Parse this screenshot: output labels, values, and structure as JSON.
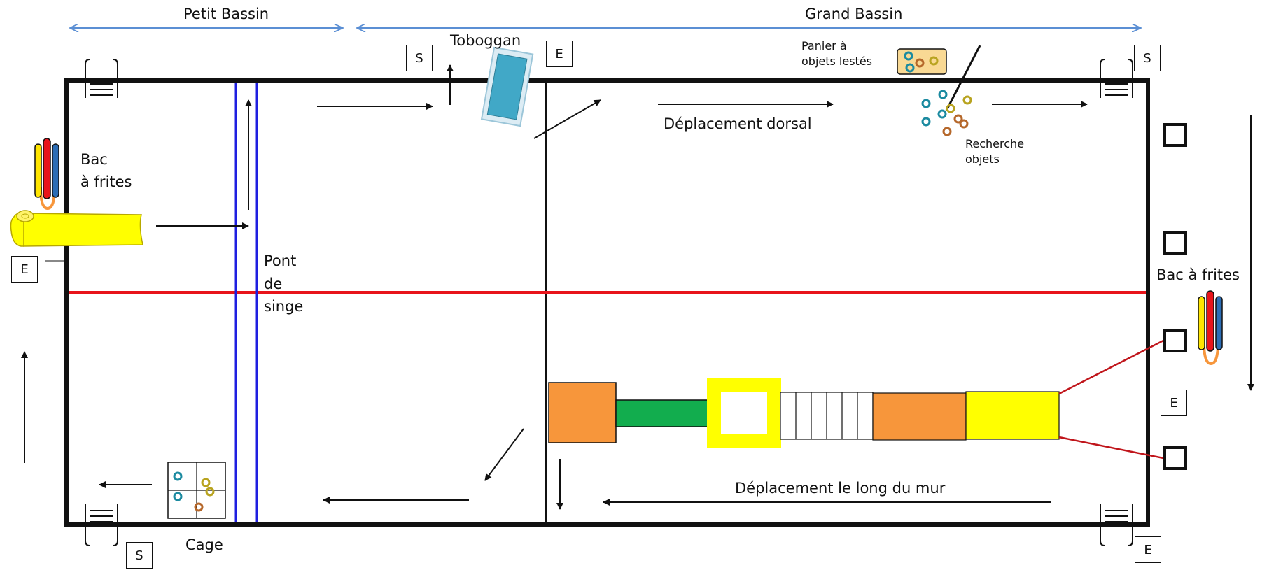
{
  "labels": {
    "petit_bassin": "Petit Bassin",
    "grand_bassin": "Grand Bassin",
    "toboggan": "Toboggan",
    "panier_line1": "Panier à",
    "panier_line2": "objets lestés",
    "deplacement_dorsal": "Déplacement dorsal",
    "recherche_line1": "Recherche",
    "recherche_line2": "objets",
    "bac_line1": "Bac",
    "bac_line2": "à frites",
    "pont_line1": "Pont",
    "pont_line2": "de",
    "pont_line3": "singe",
    "bac_right": "Bac à frites",
    "deplacement_mur": "Déplacement le long du mur",
    "cage": "Cage",
    "mark_s": "S",
    "mark_e": "E"
  },
  "colors": {
    "pool_border": "#111111",
    "red_line": "#e8141b",
    "blue_line": "#1f1fe0",
    "double_arrow": "#5b8fd4",
    "orange": "#f7963b",
    "green": "#12ad4e",
    "yellow": "#ffff00",
    "slide_blue": "#41a8c7",
    "teal_ring": "#1b8aa0",
    "gold_ring": "#b8a31f",
    "brown_ring": "#b5672a",
    "noodle_red": "#e8141b",
    "noodle_blue": "#2c6db5",
    "noodle_yellow": "#ffe500"
  },
  "icons": [
    "ladder-icon",
    "slide-icon",
    "noodle-bundle-icon",
    "mat-roll-icon",
    "basket-icon",
    "rings-icon",
    "cage-icon"
  ]
}
